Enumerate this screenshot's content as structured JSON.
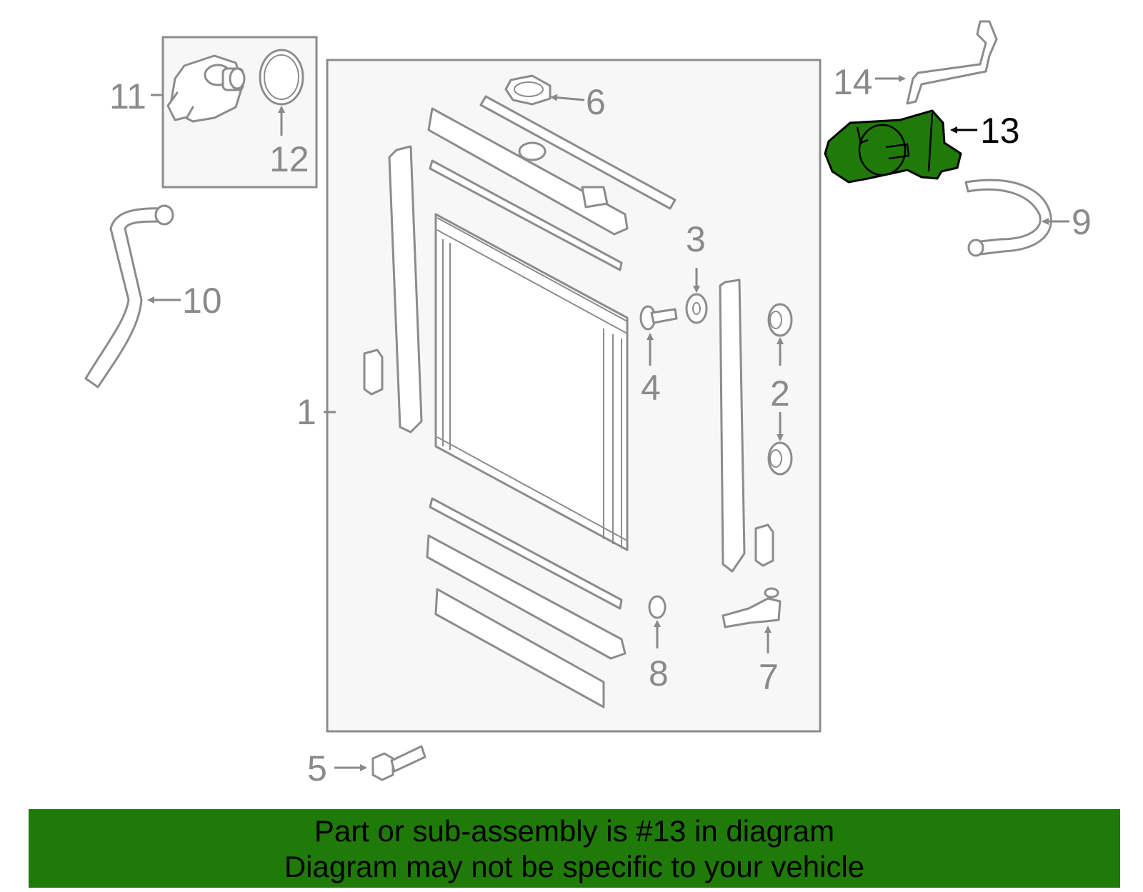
{
  "labels": {
    "p1": "1",
    "p2": "2",
    "p3": "3",
    "p4": "4",
    "p5": "5",
    "p6": "6",
    "p7": "7",
    "p8": "8",
    "p9": "9",
    "p10": "10",
    "p11": "11",
    "p12": "12",
    "p13": "13",
    "p14": "14"
  },
  "highlight_part": "13",
  "colors": {
    "highlight": "#1f7a0a",
    "line": "#8c8c8c",
    "frame_fill": "#f7f7f7"
  },
  "footer": {
    "line1": "Part or sub-assembly is #13 in diagram",
    "line2": "Diagram may not be specific to your vehicle"
  }
}
